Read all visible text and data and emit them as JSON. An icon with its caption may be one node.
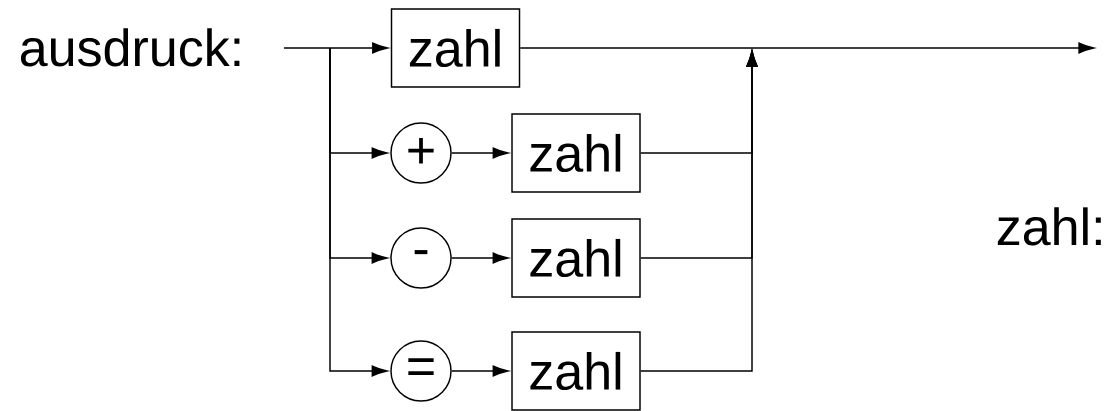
{
  "diagram": {
    "nodes": [
      {
        "text": [
          "zahl"
        ]
      },
      {
        "text": [
          "+"
        ]
      },
      {
        "text": [
          "zahl"
        ]
      },
      {
        "text": [
          "-"
        ]
      },
      {
        "text": [
          "zahl"
        ]
      },
      {
        "text": [
          "="
        ]
      },
      {
        "text": [
          "zahl"
        ]
      }
    ],
    "edges": [
      {
        "from": null,
        "to": 0,
        "arrow": "to"
      },
      {
        "from": null,
        "to": 1,
        "arrow": "to"
      },
      {
        "from": null,
        "to": 3,
        "arrow": "to"
      },
      {
        "from": null,
        "to": 5,
        "arrow": "to"
      },
      {
        "from": 1,
        "to": 2,
        "arrow": "to"
      },
      {
        "from": 3,
        "to": 4,
        "arrow": "to"
      },
      {
        "from": 5,
        "to": 6,
        "arrow": "to"
      },
      {
        "from": 0,
        "to": null,
        "arrow": "to"
      },
      {
        "from": 2,
        "to": null,
        "arrow": "to"
      },
      {
        "from": 4,
        "to": null,
        "arrow": "to"
      },
      {
        "from": 6,
        "to": null,
        "arrow": "to"
      }
    ],
    "labels": [
      "ausdruck:",
      "zahl:"
    ]
  }
}
